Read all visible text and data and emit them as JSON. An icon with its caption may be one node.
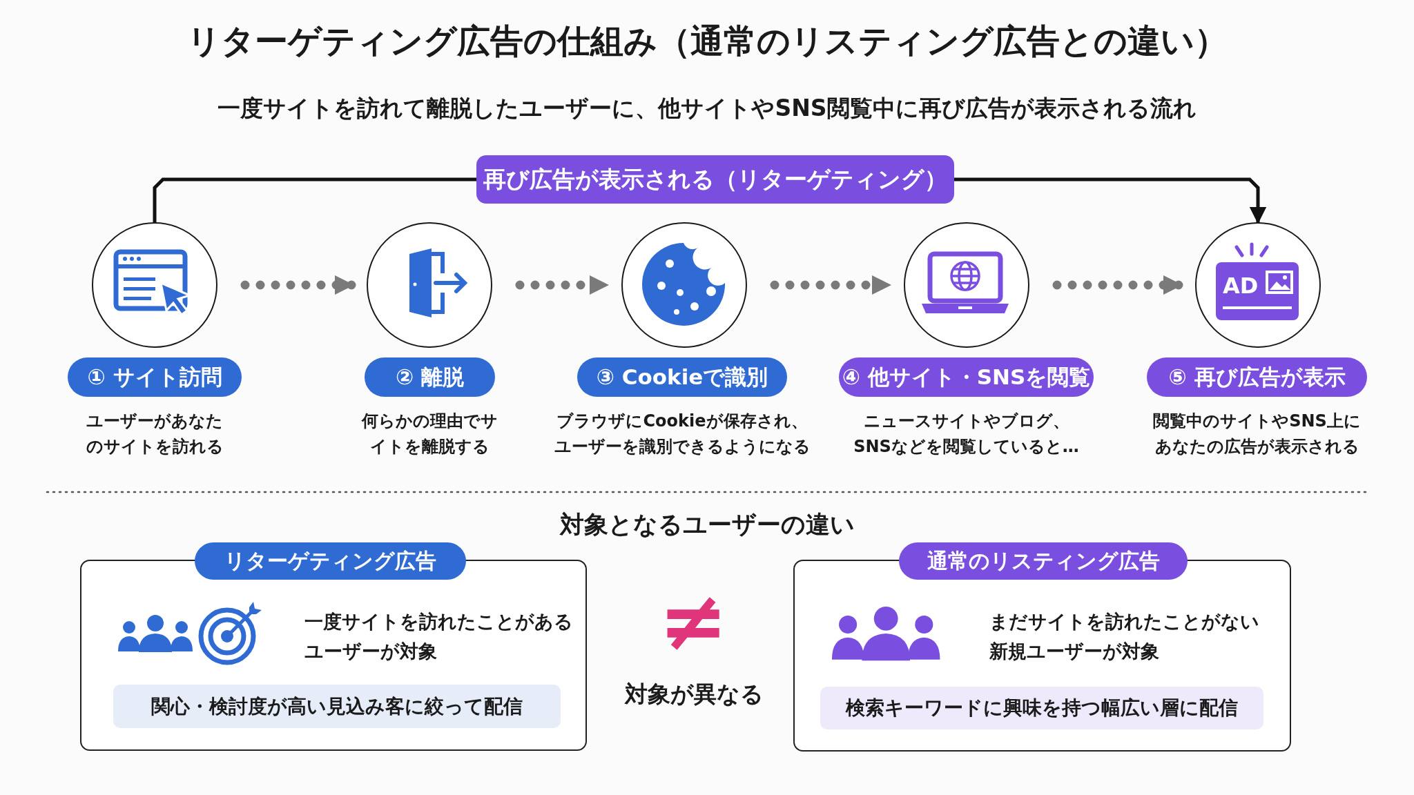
{
  "diagram": {
    "title": "リターゲティング広告の仕組み（通常のリスティング広告との違い）",
    "nodes": [
      {
        "text": [
          "再び広告が表示される（リターゲティング）"
        ]
      },
      {
        "text": [],
        "shape": "circle"
      },
      {
        "text": [],
        "shape": "circle"
      },
      {
        "text": [],
        "shape": "circle"
      },
      {
        "text": [],
        "shape": "circle"
      },
      {
        "text": [
          "AD"
        ]
      },
      {
        "text": [
          "① サイト訪問"
        ],
        "beside": [
          "ユーザーがあなたのサイトを訪れる"
        ]
      },
      {
        "text": [
          "② 離脱"
        ],
        "beside": [
          "何らかの理由でサイトを離脱する"
        ]
      },
      {
        "text": [
          "③ Cookieで識別"
        ],
        "beside": [
          "ブラウザにCookieが保存され、ユーザーを識別できるようになる"
        ]
      },
      {
        "text": [
          "④ 他サイト・SNSを閲覧"
        ],
        "beside": [
          "ニュースサイトやブログ、SNSなどを閲覧していると…"
        ]
      },
      {
        "text": [
          "⑤ 再び広告が表示"
        ],
        "beside": [
          "閲覧中のサイトやSNS上にあなたの広告が表示される"
        ]
      },
      {
        "text": [
          "リターゲティング広告"
        ]
      },
      {
        "text": [
          "一度サイトを訪れたことがあるユーザーが対象"
        ]
      },
      {
        "text": [
          "関心・検討度が高い見込み客に絞って配信"
        ],
        "in": 12
      },
      {
        "text": [
          "通常のリスティング広告"
        ]
      },
      {
        "text": [
          "まだサイトを訪れたことがない新規ユーザーが対象"
        ]
      },
      {
        "text": [
          "検索キーワードに興味を持つ幅広い層に配信"
        ],
        "in": 15
      }
    ],
    "edges": [
      {
        "from": 1,
        "to": 0,
        "arrow": "none",
        "color": "#111111"
      },
      {
        "from": 0,
        "to": 5,
        "arrow": "to",
        "color": "#111111"
      },
      {
        "from": 1,
        "to": 2,
        "arrow": "to",
        "style": "dashed"
      },
      {
        "from": 2,
        "to": 3,
        "arrow": "to",
        "style": "dashed"
      },
      {
        "from": 3,
        "to": 4,
        "arrow": "to",
        "style": "dashed"
      },
      {
        "from": 4,
        "to": 5,
        "arrow": "to",
        "style": "dashed"
      }
    ],
    "labels": [
      "一度サイトを訪れて離脱したユーザーに、他サイトやSNS閲覧中に再び広告が表示される流れ",
      "対象となるユーザーの違い",
      "≠",
      "対象が異なる"
    ]
  }
}
